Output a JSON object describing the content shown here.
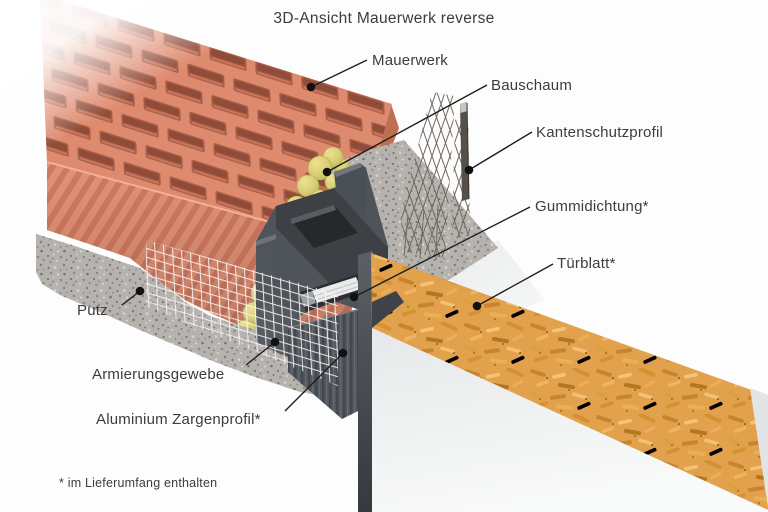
{
  "title": "3D-Ansicht Mauerwerk reverse",
  "footnote": "* im Lieferumfang enthalten",
  "labels": {
    "mauerwerk": "Mauerwerk",
    "bauschaum": "Bauschaum",
    "kantenschutzprofil": "Kantenschutzprofil",
    "gummidichtung": "Gummidichtung*",
    "tuerblatt": "Türblatt*",
    "putz": "Putz",
    "armierungsgewebe": "Armierungsgewebe",
    "aluminium_zargenprofil": "Aluminium Zargenprofil*"
  },
  "colors": {
    "background": "#fdfdfd",
    "label_text": "#3c3c3c",
    "leader_line": "#1e1e1e",
    "brick": "#de8a6e",
    "brick_hole": "#a55a43",
    "brick_front": "#dd8d72",
    "foam": "#d5cb72",
    "aluminum": "#53585e",
    "aluminum_section": "#3d4145",
    "plaster": "#b6b3af",
    "mesh_white": "#f7f6f4",
    "osb": "#e2a14c",
    "door_face": "#edeff0",
    "edge_profile": "#56504b"
  }
}
